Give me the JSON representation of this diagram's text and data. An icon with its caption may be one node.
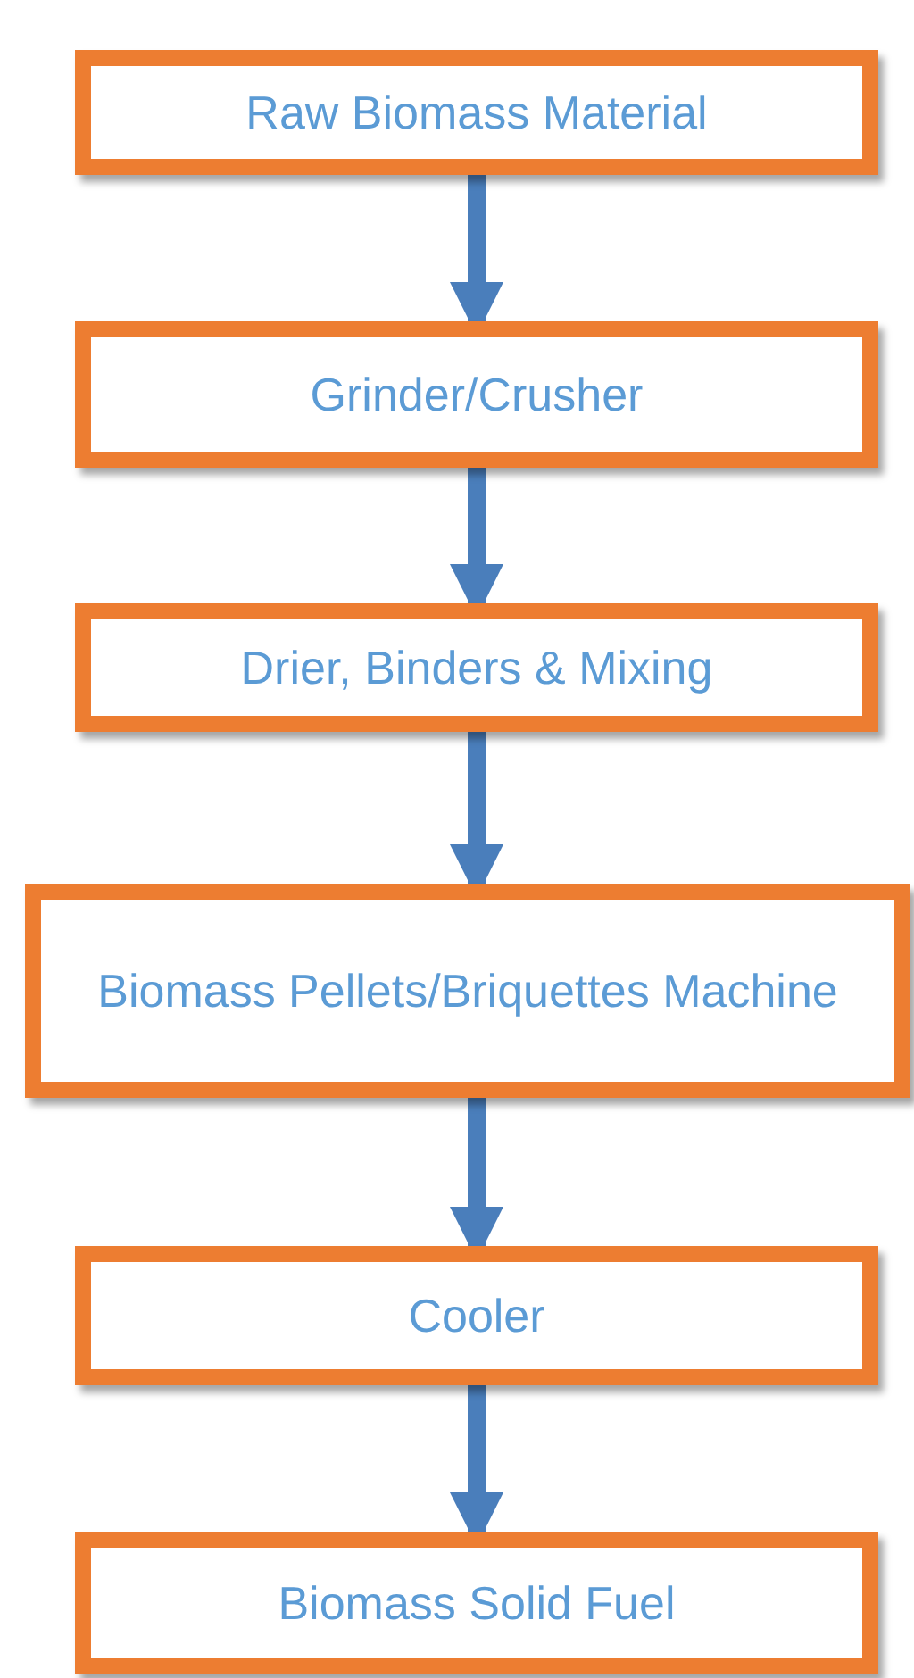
{
  "diagram": {
    "nodes": [
      {
        "text": [
          "Raw Biomass Material"
        ]
      },
      {
        "text": [
          "Grinder/Crusher"
        ]
      },
      {
        "text": [
          "Drier, Binders & Mixing"
        ]
      },
      {
        "text": [
          "Biomass Pellets/Briquettes Machine"
        ]
      },
      {
        "text": [
          "Cooler"
        ]
      },
      {
        "text": [
          "Biomass Solid Fuel"
        ]
      }
    ],
    "edges": [
      {
        "from": 0,
        "to": 1,
        "arrow": "to"
      },
      {
        "from": 1,
        "to": 2,
        "arrow": "to"
      },
      {
        "from": 2,
        "to": 3,
        "arrow": "to"
      },
      {
        "from": 3,
        "to": 4,
        "arrow": "to"
      },
      {
        "from": 4,
        "to": 5,
        "arrow": "to"
      }
    ]
  }
}
